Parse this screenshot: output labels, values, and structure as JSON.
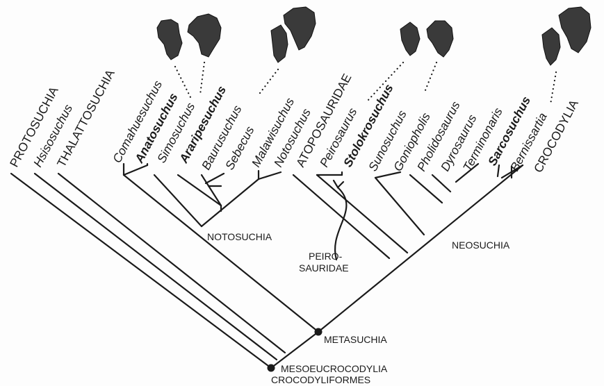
{
  "taxa": [
    {
      "label": "PROTOSUCHIA",
      "italic": false,
      "bold": false
    },
    {
      "label": "Hsisosuchus",
      "italic": true,
      "bold": false
    },
    {
      "label": "THALATTOSUCHIA",
      "italic": false,
      "bold": false
    },
    {
      "label": "Comahuesuchus",
      "italic": true,
      "bold": false
    },
    {
      "label": "Anatosuchus",
      "italic": true,
      "bold": true
    },
    {
      "label": "Simosuchus",
      "italic": true,
      "bold": false
    },
    {
      "label": "Araripesuchus",
      "italic": true,
      "bold": true
    },
    {
      "label": "Baurusuchus",
      "italic": true,
      "bold": false
    },
    {
      "label": "Sebecus",
      "italic": true,
      "bold": false
    },
    {
      "label": "Malawisuchus",
      "italic": true,
      "bold": false
    },
    {
      "label": "Notosuchus",
      "italic": true,
      "bold": false
    },
    {
      "label": "ATOPOSAURIDAE",
      "italic": false,
      "bold": false
    },
    {
      "label": "Peirosaurus",
      "italic": true,
      "bold": false
    },
    {
      "label": "Stolokrosuchus",
      "italic": true,
      "bold": true
    },
    {
      "label": "Sunosuchus",
      "italic": true,
      "bold": false
    },
    {
      "label": "Goniopholis",
      "italic": true,
      "bold": false
    },
    {
      "label": "Pholidosaurus",
      "italic": true,
      "bold": false
    },
    {
      "label": "Dyrosaurus",
      "italic": true,
      "bold": false
    },
    {
      "label": "Terminonaris",
      "italic": true,
      "bold": false
    },
    {
      "label": "Sarcosuchus",
      "italic": true,
      "bold": true
    },
    {
      "label": "Bernissartia",
      "italic": true,
      "bold": false
    },
    {
      "label": "CROCODYLIA",
      "italic": false,
      "bold": false
    }
  ],
  "clades": {
    "notosuchia": "NOTOSUCHIA",
    "peirosauridae_1": "PEIRO-",
    "peirosauridae_2": "SAURIDAE",
    "neosuchia": "NEOSUCHIA",
    "metasuchia": "METASUCHIA",
    "mesoeucrocodylia": "MESOEUCROCODYLIA",
    "crocodyliformes": "CROCODYLIFORMES"
  }
}
